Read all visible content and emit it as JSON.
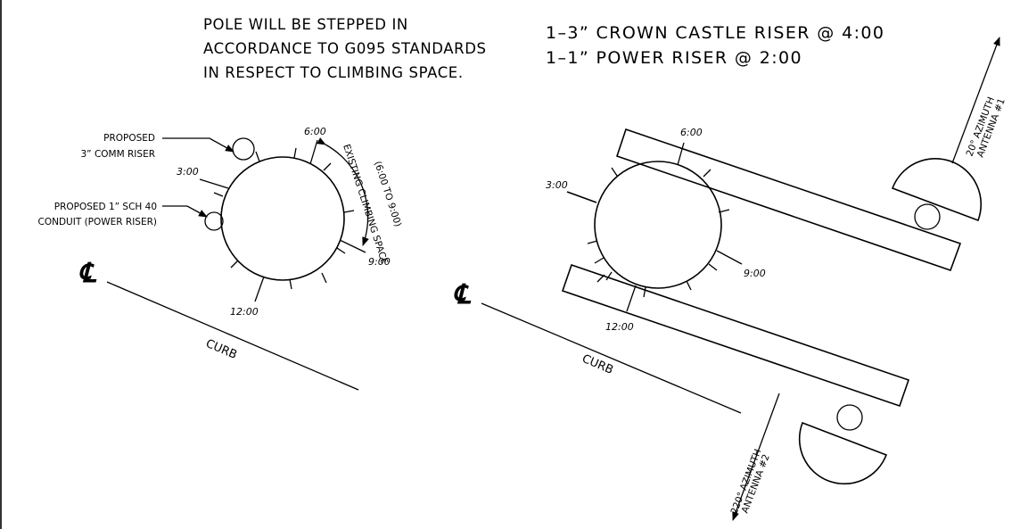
{
  "notes": {
    "stepping_line1": "POLE WILL BE STEPPED IN",
    "stepping_line2": "ACCORDANCE TO G095 STANDARDS",
    "stepping_line3": "IN RESPECT TO CLIMBING SPACE.",
    "riser_line1": "1–3” CROWN CASTLE RISER @ 4:00",
    "riser_line2": "1–1” POWER RISER @ 2:00"
  },
  "left_view": {
    "comm_riser_label_line1": "PROPOSED",
    "comm_riser_label_line2": "3” COMM RISER",
    "conduit_label_line1": "PROPOSED 1” SCH 40",
    "conduit_label_line2": "CONDUIT (POWER RISER)",
    "clock_3": "3:00",
    "clock_6": "6:00",
    "clock_9": "9:00",
    "clock_12": "12:00",
    "climbing_label_line1": "(6:00 TO 9:00)",
    "climbing_label_line2": "EXISTING CLIMBING SPACE",
    "centerline_symbol": "℄",
    "curb_label": "CURB"
  },
  "right_view": {
    "clock_3": "3:00",
    "clock_6": "6:00",
    "clock_9": "9:00",
    "clock_12": "12:00",
    "centerline_symbol": "℄",
    "curb_label": "CURB",
    "antenna1_azimuth": "20° AZIMUTH",
    "antenna1_name": "ANTENNA #1",
    "antenna2_azimuth": "220° AZIMUTH",
    "antenna2_name": "ANTENNA #2"
  }
}
